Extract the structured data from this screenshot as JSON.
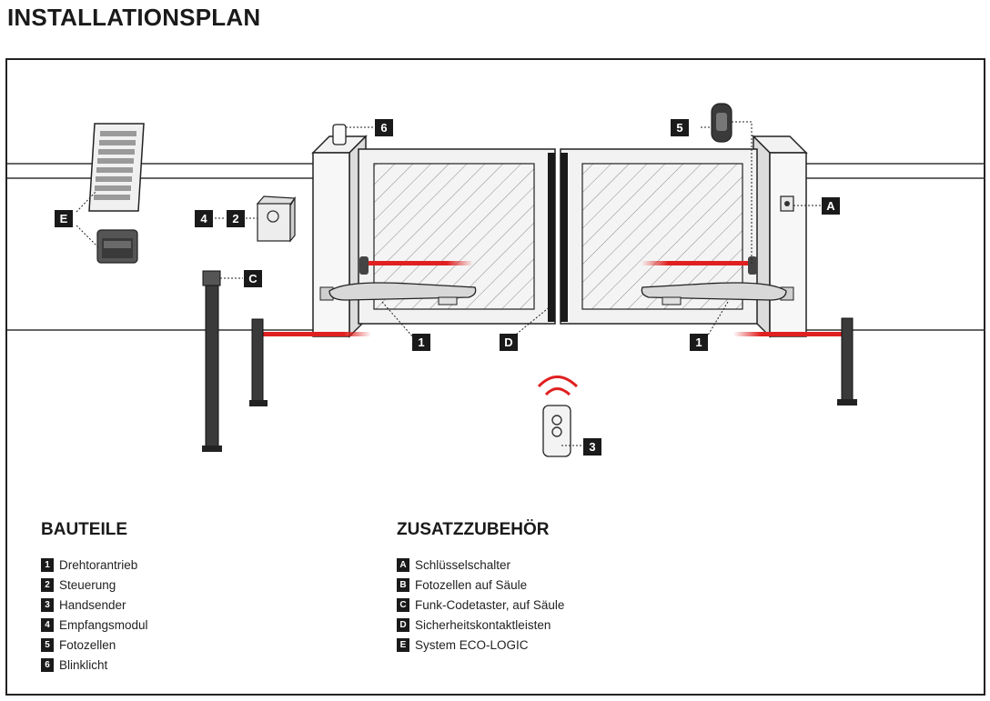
{
  "title": "INSTALLATIONSPLAN",
  "markers": {
    "flash": "6",
    "photocell": "5",
    "keyswitch": "A",
    "solar": "E",
    "receiver": "4",
    "control": "2",
    "keypad": "C",
    "operator_left": "1",
    "edges": "D",
    "operator_right": "1",
    "remote": "3"
  },
  "colors": {
    "beam": "#e02020",
    "ink": "#1a1a1a",
    "gate_fill": "#f3f3f3"
  },
  "legend_parts": {
    "heading": "BAUTEILE",
    "items": [
      {
        "key": "1",
        "label": "Drehtorantrieb"
      },
      {
        "key": "2",
        "label": "Steuerung"
      },
      {
        "key": "3",
        "label": "Handsender"
      },
      {
        "key": "4",
        "label": "Empfangsmodul"
      },
      {
        "key": "5",
        "label": "Fotozellen"
      },
      {
        "key": "6",
        "label": "Blinklicht"
      }
    ]
  },
  "legend_accessories": {
    "heading": "ZUSATZZUBEHÖR",
    "items": [
      {
        "key": "A",
        "label": "Schlüsselschalter"
      },
      {
        "key": "B",
        "label": "Fotozellen auf Säule"
      },
      {
        "key": "C",
        "label": "Funk-Codetaster, auf Säule"
      },
      {
        "key": "D",
        "label": "Sicherheitskontaktleisten"
      },
      {
        "key": "E",
        "label": "System ECO-LOGIC"
      }
    ]
  }
}
